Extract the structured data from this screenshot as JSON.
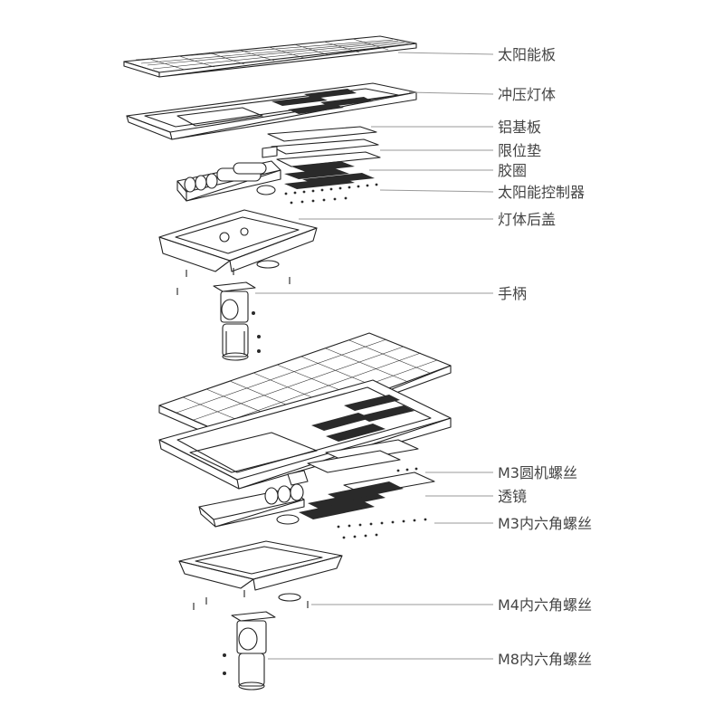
{
  "labels": {
    "solar_panel": "太阳能板",
    "stamped_body": "冲压灯体",
    "aluminum_board": "铝基板",
    "limit_pad": "限位垫",
    "gasket": "胶圈",
    "solar_controller": "太阳能控制器",
    "rear_cover": "灯体后盖",
    "handle": "手柄",
    "m3_round_screw": "M3圆机螺丝",
    "lens": "透镜",
    "m3_hex_screw": "M3内六角螺丝",
    "m4_hex_screw": "M4内六角螺丝",
    "m8_hex_screw": "M8内六角螺丝"
  },
  "colors": {
    "line": "#222222",
    "leader": "#9a9a9a",
    "label": "#444444"
  }
}
